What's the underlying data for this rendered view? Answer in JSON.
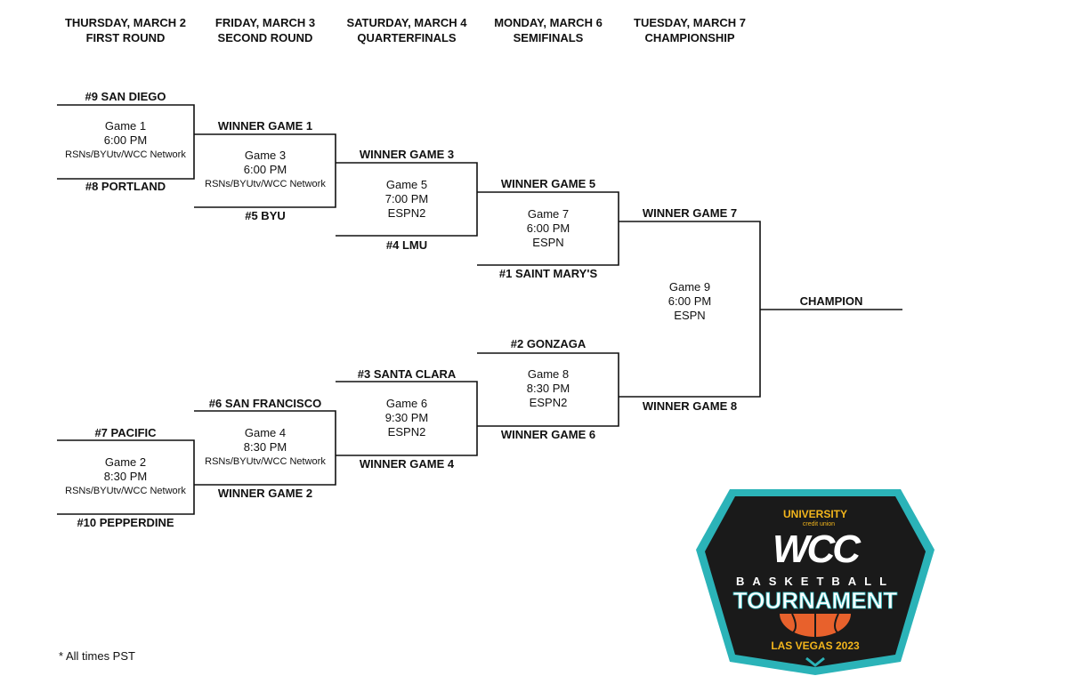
{
  "rounds": [
    {
      "day": "THURSDAY, MARCH 2",
      "name": "FIRST ROUND"
    },
    {
      "day": "FRIDAY, MARCH 3",
      "name": "SECOND ROUND"
    },
    {
      "day": "SATURDAY, MARCH 4",
      "name": "QUARTERFINALS"
    },
    {
      "day": "MONDAY, MARCH 6",
      "name": "SEMIFINALS"
    },
    {
      "day": "TUESDAY, MARCH 7",
      "name": "CHAMPIONSHIP"
    }
  ],
  "teams": {
    "san_diego": "#9 SAN DIEGO",
    "portland": "#8 PORTLAND",
    "byu": "#5 BYU",
    "lmu": "#4 LMU",
    "saint_marys": "#1 SAINT MARY'S",
    "gonzaga": "#2 GONZAGA",
    "santa_clara": "#3 SANTA CLARA",
    "san_francisco": "#6 SAN FRANCISCO",
    "pacific": "#7 PACIFIC",
    "pepperdine": "#10 PEPPERDINE"
  },
  "winners": {
    "g1": "WINNER GAME 1",
    "g2": "WINNER GAME 2",
    "g3": "WINNER GAME 3",
    "g4": "WINNER GAME 4",
    "g5": "WINNER GAME 5",
    "g6": "WINNER GAME 6",
    "g7": "WINNER GAME 7",
    "g8": "WINNER GAME 8",
    "champion": "CHAMPION"
  },
  "games": {
    "g1": {
      "name": "Game 1",
      "time": "6:00 PM",
      "network": "RSNs/BYUtv/WCC Network"
    },
    "g2": {
      "name": "Game 2",
      "time": "8:30 PM",
      "network": "RSNs/BYUtv/WCC Network"
    },
    "g3": {
      "name": "Game 3",
      "time": "6:00 PM",
      "network": "RSNs/BYUtv/WCC Network"
    },
    "g4": {
      "name": "Game 4",
      "time": "8:30 PM",
      "network": "RSNs/BYUtv/WCC Network"
    },
    "g5": {
      "name": "Game 5",
      "time": "7:00 PM",
      "network": "ESPN2"
    },
    "g6": {
      "name": "Game 6",
      "time": "9:30 PM",
      "network": "ESPN2"
    },
    "g7": {
      "name": "Game 7",
      "time": "6:00 PM",
      "network": "ESPN"
    },
    "g8": {
      "name": "Game 8",
      "time": "8:30 PM",
      "network": "ESPN2"
    },
    "g9": {
      "name": "Game 9",
      "time": "6:00 PM",
      "network": "ESPN"
    }
  },
  "footnote": "* All times PST",
  "logo": {
    "sponsor": "UNIVERSITY",
    "sponsor_sub": "credit union",
    "wordmark": "WCC",
    "line1": "BASKETBALL",
    "line2": "TOURNAMENT",
    "location": "LAS VEGAS 2023",
    "colors": {
      "shield": "#1a1a1a",
      "teal": "#2bb3b8",
      "gold": "#f2b51c",
      "orange": "#e8612c"
    }
  }
}
